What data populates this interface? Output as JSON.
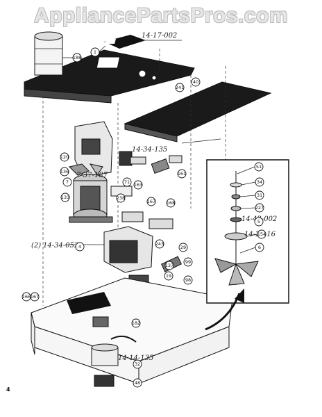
{
  "watermark": "AppliancePartsPros.com",
  "page_number": "4",
  "handwritten_part_numbers": {
    "top": "14-17-002",
    "relay": "14-34-135",
    "motor": "7-37-187",
    "transformer": "14-34-052",
    "transformer_qty": "(2)",
    "fan_shaft": "14-42-002",
    "fan": "14-23-16",
    "bottom": "14-14-135"
  },
  "callouts": [
    {
      "id": "c188",
      "label": "188"
    },
    {
      "id": "c1",
      "label": "1"
    },
    {
      "id": "c241",
      "label": "241"
    },
    {
      "id": "c40",
      "label": "40"
    },
    {
      "id": "c120",
      "label": "120"
    },
    {
      "id": "c136",
      "label": "136"
    },
    {
      "id": "c7",
      "label": "7"
    },
    {
      "id": "c71",
      "label": "71"
    },
    {
      "id": "c163",
      "label": "163"
    },
    {
      "id": "c161",
      "label": "161"
    },
    {
      "id": "c238",
      "label": "238"
    },
    {
      "id": "c133",
      "label": "133"
    },
    {
      "id": "c167",
      "label": "167"
    },
    {
      "id": "c168",
      "label": "168"
    },
    {
      "id": "c4",
      "label": "4"
    },
    {
      "id": "c243",
      "label": "243"
    },
    {
      "id": "c29",
      "label": "29"
    },
    {
      "id": "c137",
      "label": "137"
    },
    {
      "id": "c99",
      "label": "99"
    },
    {
      "id": "c19",
      "label": "19"
    },
    {
      "id": "c98",
      "label": "98"
    },
    {
      "id": "c166",
      "label": "166"
    },
    {
      "id": "c167b",
      "label": "167"
    },
    {
      "id": "c182",
      "label": "182"
    },
    {
      "id": "c32",
      "label": "32"
    },
    {
      "id": "c48",
      "label": "48"
    },
    {
      "id": "c51",
      "label": "51"
    },
    {
      "id": "c34",
      "label": "34"
    },
    {
      "id": "c31",
      "label": "31"
    },
    {
      "id": "c227",
      "label": "227"
    },
    {
      "id": "c5",
      "label": "5"
    },
    {
      "id": "c154",
      "label": "154"
    },
    {
      "id": "c6",
      "label": "6"
    }
  ]
}
